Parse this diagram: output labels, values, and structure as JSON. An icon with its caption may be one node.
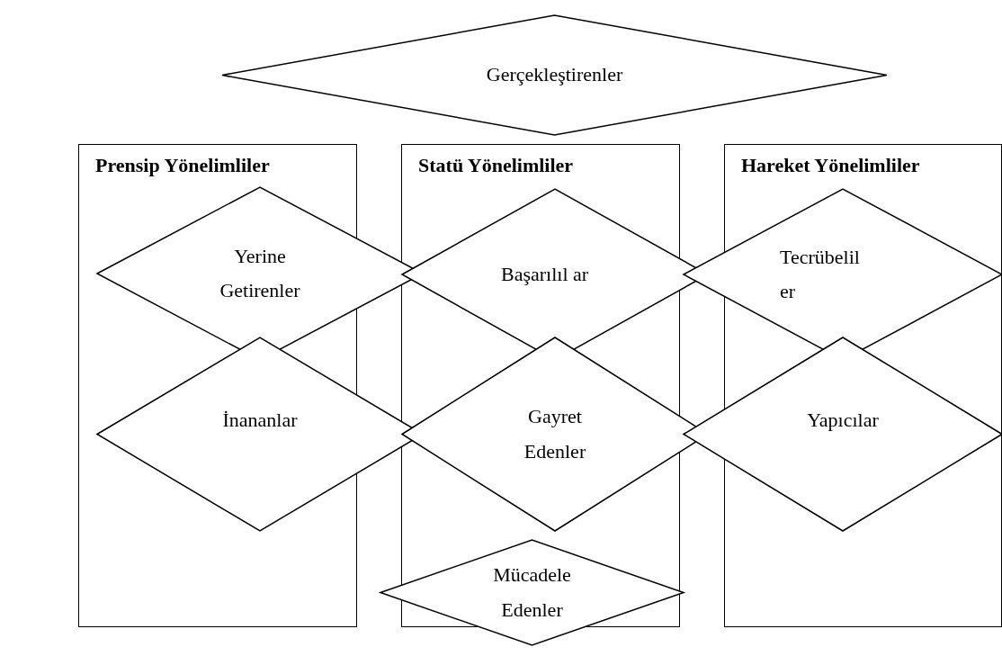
{
  "diagram": {
    "nodes": [
      {
        "text": [
          "Gerçekleştirenler"
        ]
      },
      {
        "text": [
          "Prensip Yönelimliler"
        ]
      },
      {
        "text": [
          "Statü Yönelimliler"
        ]
      },
      {
        "text": [
          "Hareket Yönelimliler"
        ]
      },
      {
        "text": [
          "Yerine Getirenler"
        ]
      },
      {
        "text": [
          "Başarılıl ar"
        ]
      },
      {
        "text": [
          "Tecrübelil er"
        ]
      },
      {
        "text": [
          "İnananlar"
        ]
      },
      {
        "text": [
          "Gayret Edenler"
        ]
      },
      {
        "text": [
          "Yapıcılar"
        ]
      },
      {
        "text": [
          "Mücadele Edenler"
        ]
      }
    ],
    "edges": []
  }
}
